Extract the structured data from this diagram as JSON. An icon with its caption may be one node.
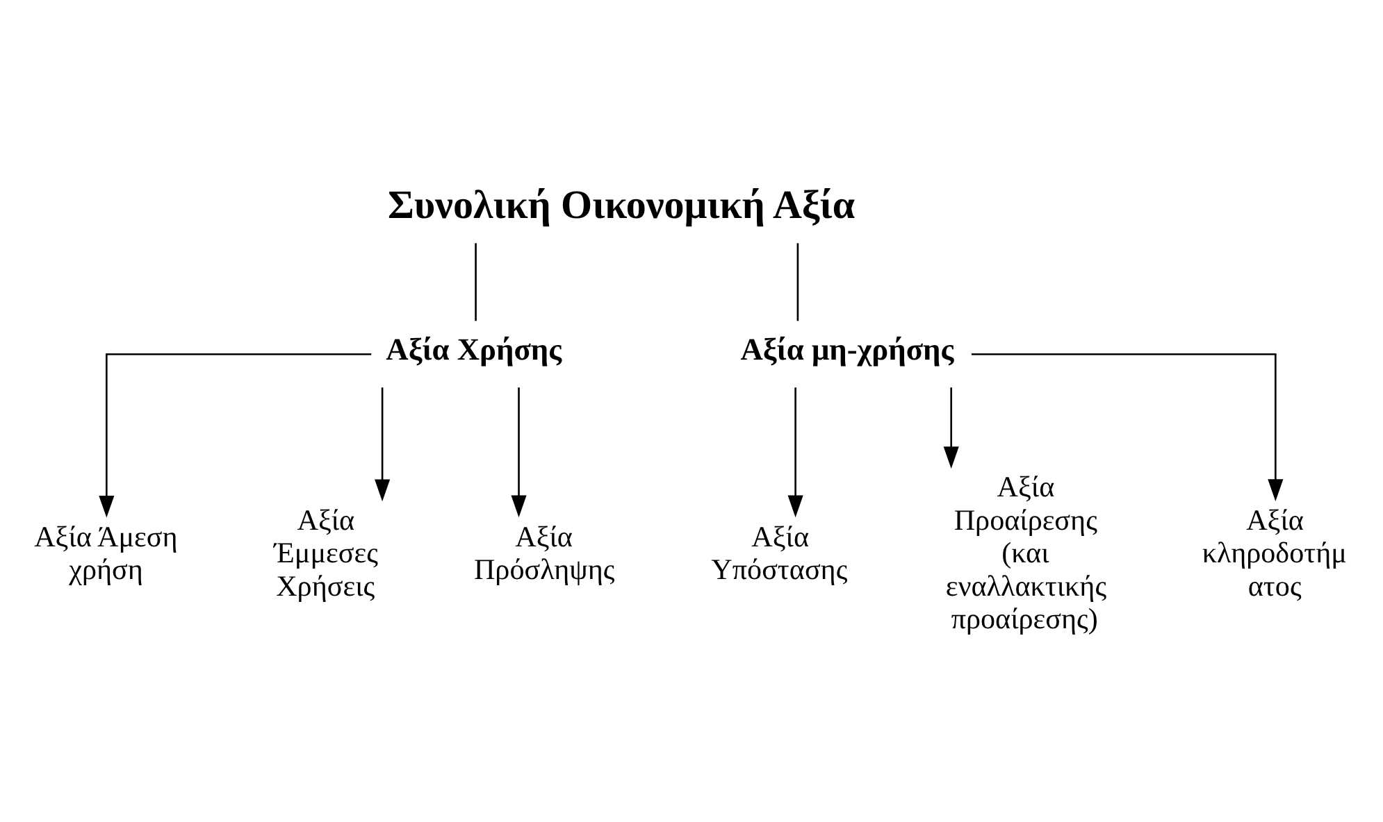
{
  "diagram": {
    "nodes": [
      {
        "text": [
          "Συνολική Οικονομική Αξία"
        ]
      },
      {
        "text": [
          "Αξία Χρήσης"
        ]
      },
      {
        "text": [
          "Αξία μη-χρήσης"
        ]
      },
      {
        "text": [
          "Αξία Άμεση χρήση"
        ]
      },
      {
        "text": [
          "Αξία Έμμεσες Χρήσεις"
        ]
      },
      {
        "text": [
          "Αξία Πρόσληψης"
        ]
      },
      {
        "text": [
          "Αξία Υπόστασης"
        ]
      },
      {
        "text": [
          "Αξία Προαίρεσης (και εναλλακτικής προαίρεσης)"
        ]
      },
      {
        "text": [
          "Αξία κληροδοτήμ ατος"
        ]
      }
    ],
    "edges": [
      {
        "from": 0,
        "to": 1,
        "arrow": "none"
      },
      {
        "from": 0,
        "to": 2,
        "arrow": "none"
      },
      {
        "from": 1,
        "to": 3,
        "arrow": "to"
      },
      {
        "from": 1,
        "to": 4,
        "arrow": "to"
      },
      {
        "from": 1,
        "to": 5,
        "arrow": "to"
      },
      {
        "from": 2,
        "to": 6,
        "arrow": "to"
      },
      {
        "from": 2,
        "to": 7,
        "arrow": "to"
      },
      {
        "from": 2,
        "to": 8,
        "arrow": "to"
      }
    ]
  }
}
